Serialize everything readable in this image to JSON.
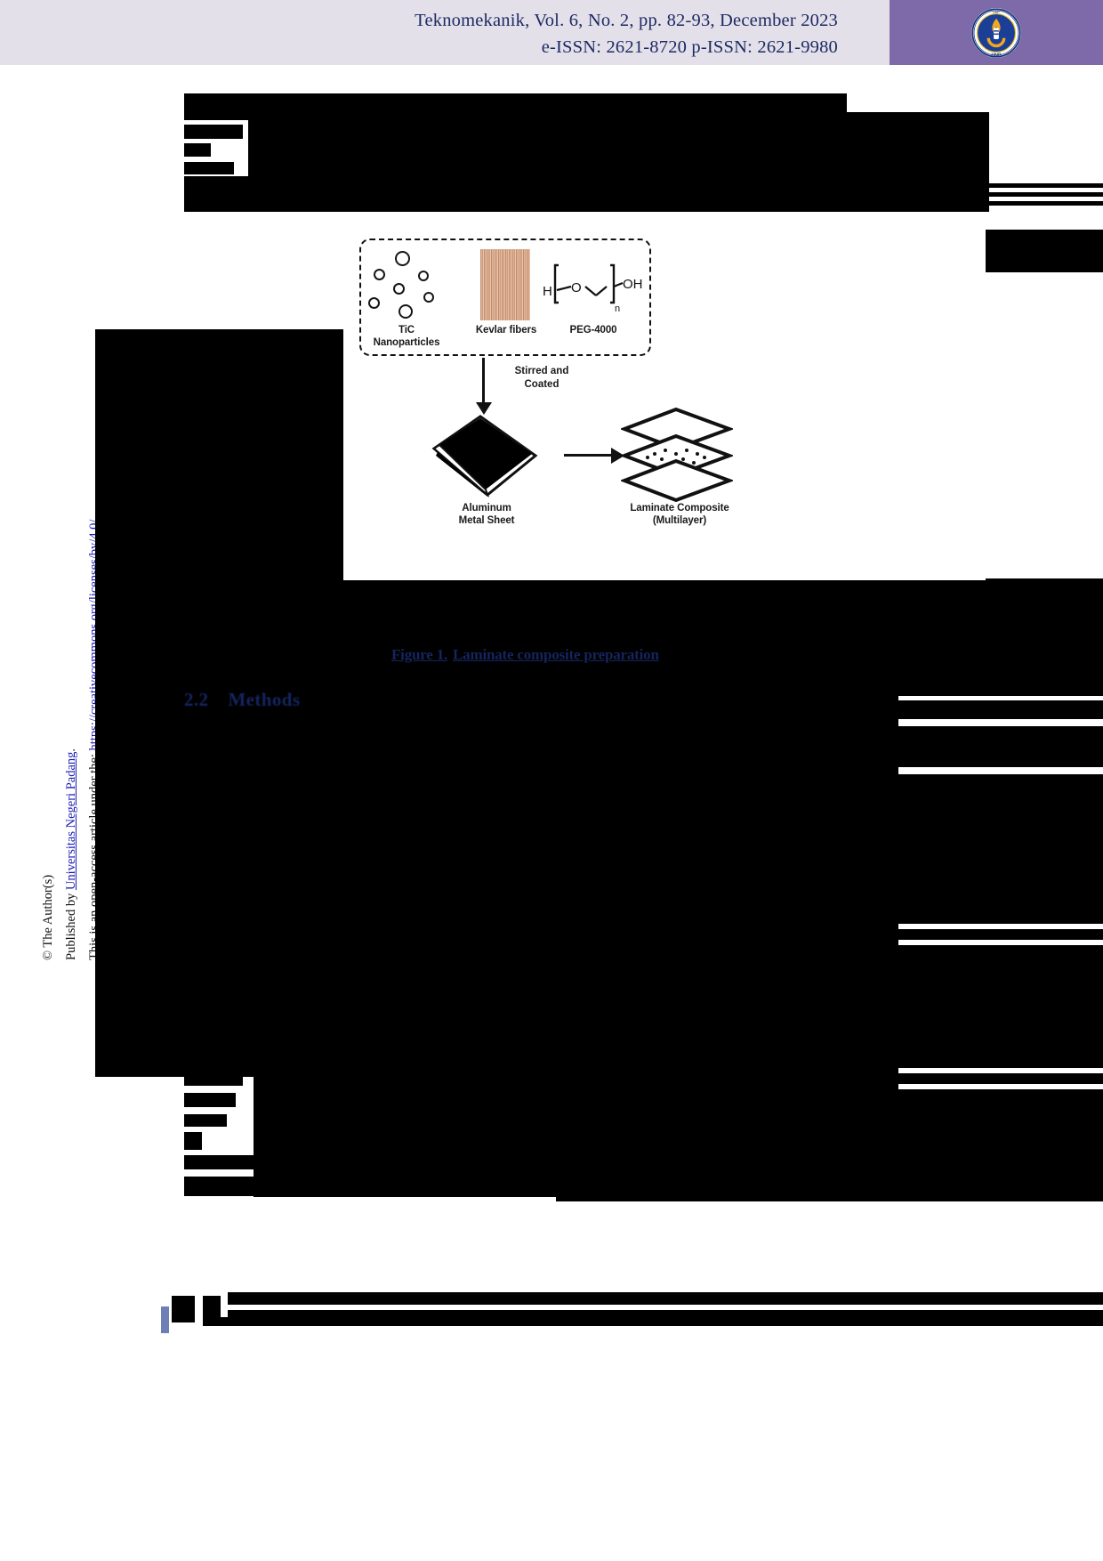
{
  "header": {
    "journal_line": "Teknomekanik, Vol. 6, No. 2, pp. 82-93, December 2023",
    "issn_line": "e-ISSN: 2621-8720   p-ISSN: 2621-9980",
    "logo_alt": "unp-university-logo",
    "logo_text_top": "UNIVERSITAS NEGERI PADANG",
    "logo_text_bottom": "UNP",
    "bar_color": "#e4e0ea",
    "logo_panel_color": "#7e6aa8",
    "text_color": "#1b2a63"
  },
  "margin_notice": {
    "line1": "© The Author(s)",
    "line2_prefix": "Published by ",
    "line2_link": "Universitas Negeri Padang",
    "line2_suffix": ".",
    "line3_prefix": "This is an open-access article under the: ",
    "line3_link": "https://creativecommons.org/licenses/by/4.0/"
  },
  "figure": {
    "caption_number": "Figure 1.",
    "caption_title": "Laminate composite preparation",
    "caption_color": "#14255e",
    "labels": {
      "nanoparticles_line1": "TiC",
      "nanoparticles_line2": "Nanoparticles",
      "kevlar": "Kevlar fibers",
      "peg": "PEG-4000",
      "process_line1": "Stirred and",
      "process_line2": "Coated",
      "aluminum_line1": "Aluminum",
      "aluminum_line2": "Metal Sheet",
      "laminate_line1": "Laminate Composite",
      "laminate_line2": "(Multilayer)"
    },
    "peg_formula": {
      "left_atom": "H",
      "center_atom": "O",
      "subscript": "n",
      "right_group": "OH"
    },
    "kevlar_swatch_color": "#d3a384"
  },
  "section": {
    "number": "2.2",
    "title": "Methods"
  },
  "footer": {
    "accent_color": "#6f7fb5"
  },
  "redactions": {
    "note": "body text of the article is rendered as solid black redaction blocks"
  }
}
